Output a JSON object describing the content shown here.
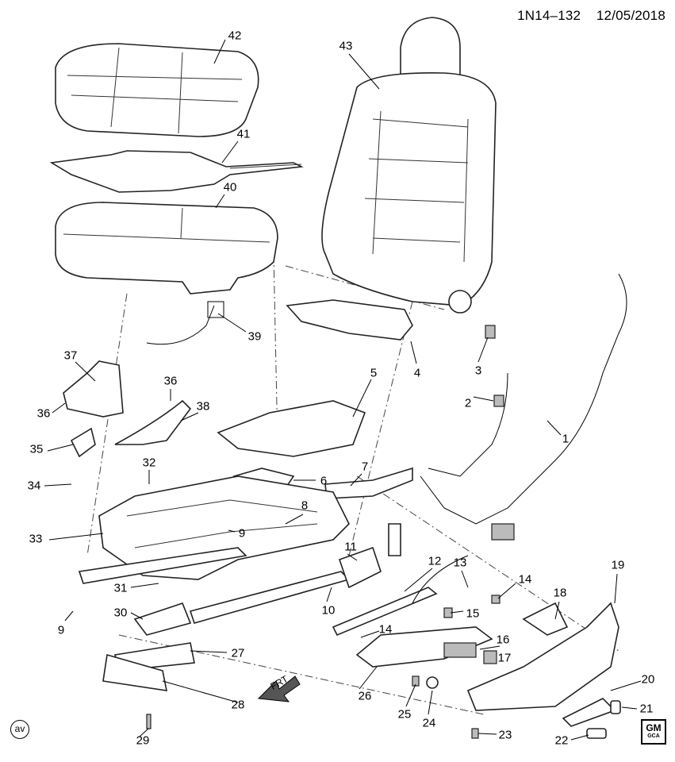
{
  "header": {
    "diagram_id": "1N14–132",
    "date": "12/05/2018"
  },
  "callouts": [
    "42",
    "43",
    "41",
    "40",
    "39",
    "4",
    "3",
    "37",
    "36",
    "36",
    "38",
    "5",
    "2",
    "1",
    "35",
    "32",
    "34",
    "6",
    "7",
    "33",
    "9",
    "8",
    "11",
    "12",
    "13",
    "14",
    "19",
    "31",
    "30",
    "10",
    "15",
    "18",
    "9",
    "14",
    "16",
    "17",
    "27",
    "26",
    "25",
    "24",
    "28",
    "20",
    "21",
    "23",
    "22",
    "29"
  ],
  "front_arrow_label": "FRT",
  "corner_mark": "av",
  "logo": {
    "line1": "GM",
    "line2": "GCA"
  }
}
